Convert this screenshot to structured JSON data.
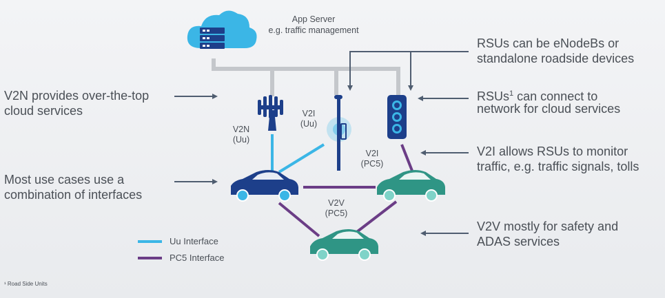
{
  "app_server": {
    "title": "App Server",
    "subtitle": "e.g. traffic management"
  },
  "left_notes": {
    "v2n_line1": "V2N provides over-the-top",
    "v2n_line2": "cloud services",
    "combo_line1": "Most use cases use a",
    "combo_line2": "combination of interfaces"
  },
  "right_notes": {
    "rsu_enb_line1": "RSUs can be eNodeBs or",
    "rsu_enb_line2": "standalone roadside devices",
    "rsu_cloud_line1_main": "RSUs",
    "rsu_cloud_line1_sup": "1",
    "rsu_cloud_line1_rest": " can connect to",
    "rsu_cloud_line2": "network for cloud services",
    "v2i_line1": "V2I allows RSUs to monitor",
    "v2i_line2": "traffic, e.g. traffic signals, tolls",
    "v2v_line1": "V2V mostly for safety and",
    "v2v_line2": "ADAS services"
  },
  "link_labels": {
    "v2n_a": "V2N",
    "v2n_b": "(Uu)",
    "v2i_uu_a": "V2I",
    "v2i_uu_b": "(Uu)",
    "v2i_pc5_a": "V2I",
    "v2i_pc5_b": "(PC5)",
    "v2v_a": "V2V",
    "v2v_b": "(PC5)"
  },
  "legend": {
    "uu": "Uu Interface",
    "pc5": "PC5 Interface"
  },
  "footnote": "¹ Road Side Units",
  "colors": {
    "uu": "#3bb6e6",
    "pc5": "#6b3d86",
    "gray_line": "#c4c7cb",
    "arrow": "#4f5d70",
    "car_navy": "#1d3f8a",
    "car_teal": "#2f9585",
    "tower": "#1d3f8a",
    "cloud": "#3bb6e6"
  }
}
